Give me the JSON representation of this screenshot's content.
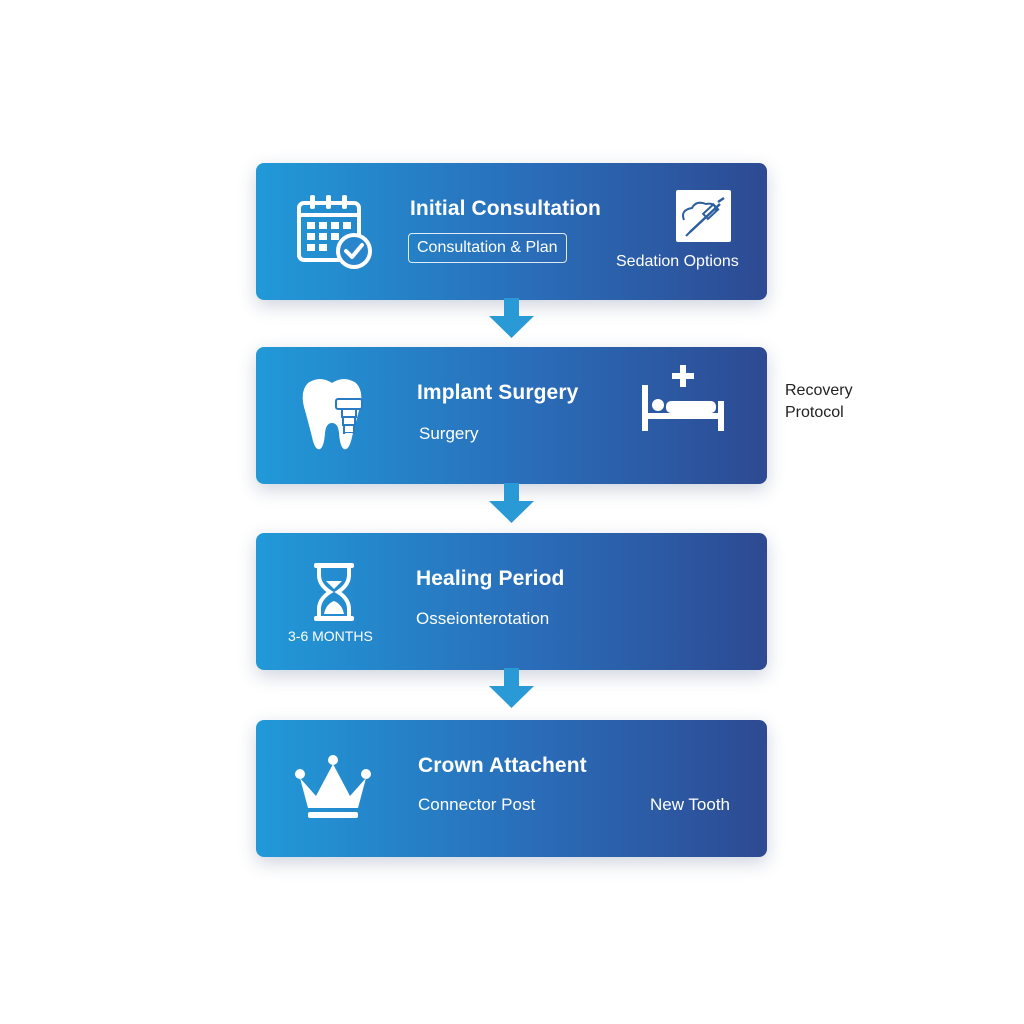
{
  "steps": [
    {
      "title": "Initial Consultation",
      "tag": "Consultation & Plan",
      "extra": "Sedation Options",
      "icon": "calendar-check-icon",
      "extra_icon": "syringe-icon"
    },
    {
      "title": "Implant Surgery",
      "sub": "Surgery",
      "icon": "tooth-implant-icon",
      "extra_icon": "hospital-bed-icon"
    },
    {
      "title": "Healing Period",
      "sub": "Osseionterotation",
      "duration": "3-6 MONTHS",
      "icon": "hourglass-icon"
    },
    {
      "title": "Crown Attachent",
      "sub": "Connector Post",
      "extra": "New Tooth",
      "icon": "crown-icon"
    }
  ],
  "side_note": {
    "line1": "Recovery",
    "line2": "Protocol"
  },
  "colors": {
    "card_start": "#2199d8",
    "card_end": "#2d4a92",
    "arrow": "#2a9ad6"
  }
}
